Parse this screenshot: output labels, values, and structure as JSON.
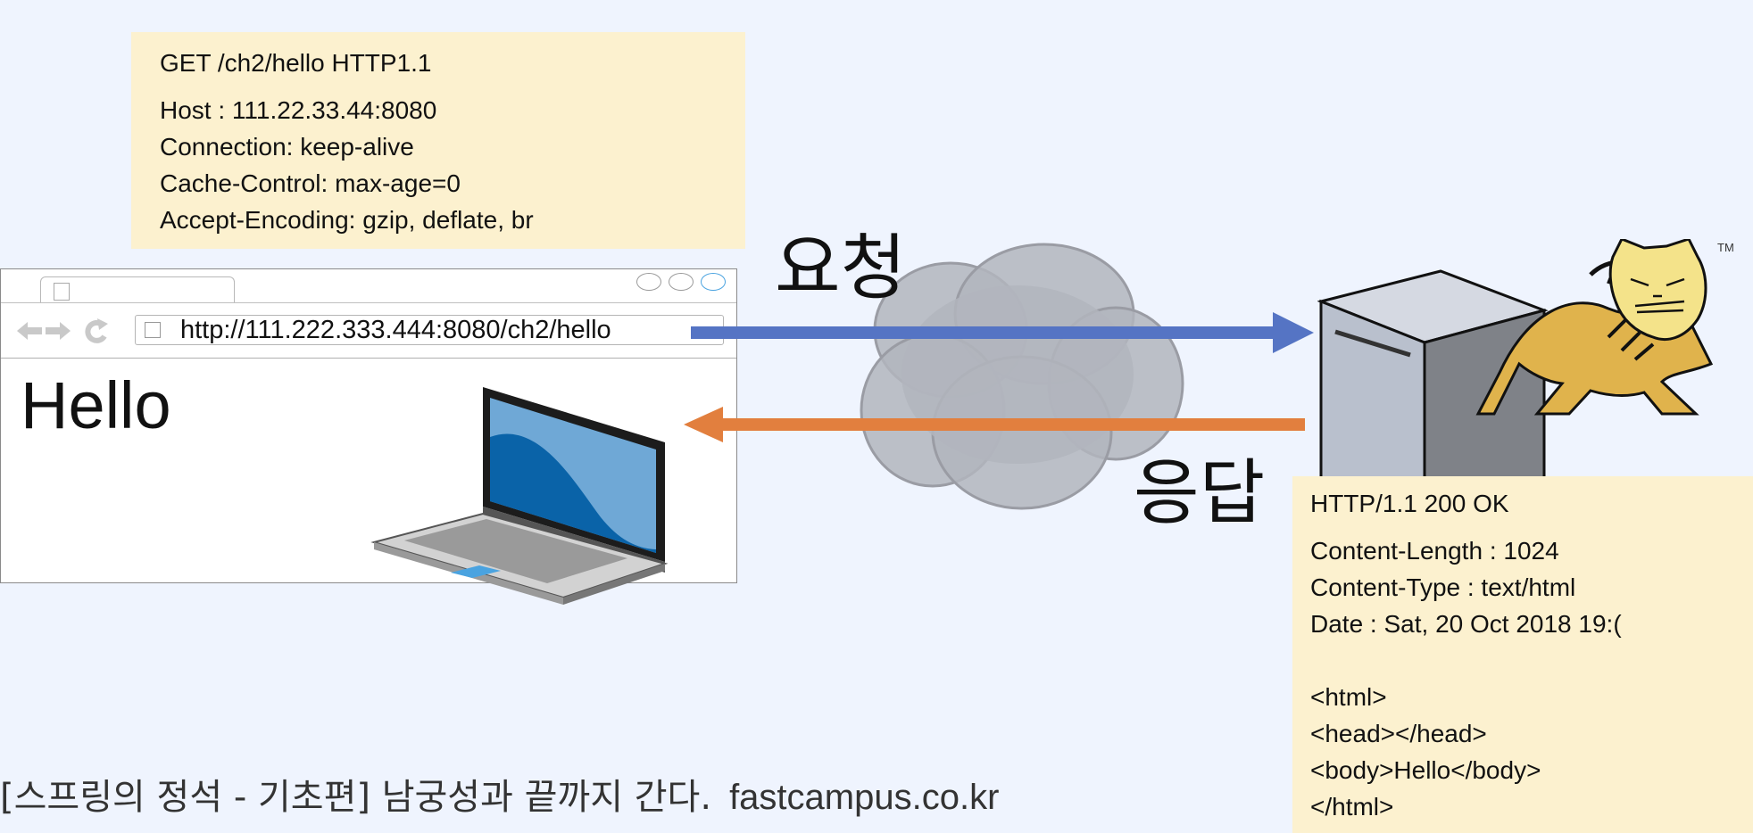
{
  "request": {
    "first_line": "GET /ch2/hello HTTP1.1",
    "headers": [
      "Host : 111.22.33.44:8080",
      "Connection: keep-alive",
      "Cache-Control: max-age=0",
      "Accept-Encoding: gzip, deflate, br"
    ]
  },
  "browser": {
    "url": "http://111.222.333.444:8080/ch2/hello",
    "page_text": "Hello"
  },
  "labels": {
    "request": "요청",
    "response": "응답",
    "trademark": "TM"
  },
  "response": {
    "status_line": "HTTP/1.1 200 OK",
    "headers": [
      "Content-Length : 1024",
      "Content-Type : text/html",
      "Date : Sat, 20 Oct 2018 19:("
    ],
    "body": [
      "<html>",
      "<head></head>",
      "<body>Hello</body>",
      "</html>"
    ]
  },
  "footer": {
    "title": "[스프링의 정석 - 기초편] 남궁성과 끝까지 간다.",
    "site": "fastcampus.co.kr"
  },
  "colors": {
    "background": "#eff4fe",
    "note": "#fcf1cf",
    "request_arrow": "#5574c4",
    "response_arrow": "#e27f3e",
    "laptop_screen": "#0a63a8"
  },
  "icons": [
    "document-icon",
    "back-icon",
    "forward-icon",
    "reload-icon",
    "laptop-icon",
    "cloud-icon",
    "server-icon",
    "tomcat-logo"
  ]
}
